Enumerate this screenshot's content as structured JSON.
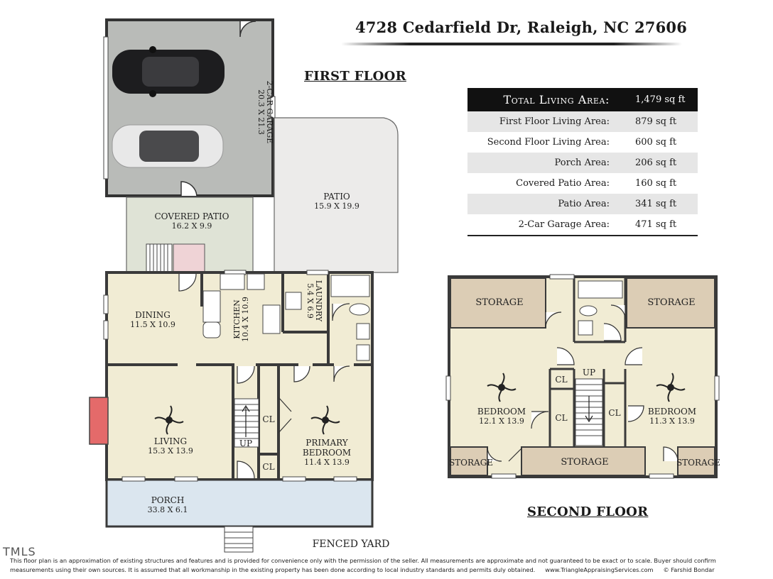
{
  "address": "4728 Cedarfield Dr, Raleigh, NC 27606",
  "first_floor": {
    "title": "FIRST FLOOR",
    "rooms": {
      "garage": {
        "name": "2-CAR GARAGE",
        "dim": "20.3 X 21.3"
      },
      "patio": {
        "name": "PATIO",
        "dim": "15.9 X 19.9"
      },
      "covered_patio": {
        "name": "COVERED PATIO",
        "dim": "16.2 X 9.9"
      },
      "dining": {
        "name": "DINING",
        "dim": "11.5 X 10.9"
      },
      "kitchen": {
        "name": "KITCHEN",
        "dim": "10.4 X 10.9"
      },
      "laundry": {
        "name": "LAUNDRY",
        "dim": "5.4 X 6.9"
      },
      "living": {
        "name": "LIVING",
        "dim": "15.3 X 13.9"
      },
      "primary_bedroom": {
        "name": "PRIMARY",
        "name2": "BEDROOM",
        "dim": "11.4 X 13.9"
      },
      "porch": {
        "name": "PORCH",
        "dim": "33.8 X 6.1"
      },
      "closet1": "CL",
      "closet2": "CL",
      "stairs": "UP",
      "fenced_yard": "FENCED YARD"
    }
  },
  "second_floor": {
    "title": "SECOND FLOOR",
    "rooms": {
      "storage_nw": "STORAGE",
      "storage_ne": "STORAGE",
      "bedroom_left": {
        "name": "BEDROOM",
        "dim": "12.1 X 13.9"
      },
      "bedroom_right": {
        "name": "BEDROOM",
        "dim": "11.3 X 13.9"
      },
      "storage_sw": "STORAGE",
      "storage_mid": "STORAGE",
      "storage_se": "STORAGE",
      "closet_a": "CL",
      "closet_b": "CL",
      "closet_c": "CL",
      "stairs": "UP"
    }
  },
  "area_table": {
    "total_label": "Total Living Area:",
    "total_value": "1,479 sq ft",
    "rows": [
      {
        "label": "First Floor Living Area:",
        "value": "879 sq ft"
      },
      {
        "label": "Second Floor Living Area:",
        "value": "600 sq ft"
      },
      {
        "label": "Porch Area:",
        "value": "206 sq ft"
      },
      {
        "label": "Covered Patio Area:",
        "value": "160 sq ft"
      },
      {
        "label": "Patio Area:",
        "value": "341 sq ft"
      },
      {
        "label": "2-Car Garage Area:",
        "value": "471 sq ft"
      }
    ]
  },
  "footer": {
    "mls": "TMLS",
    "disclaimer_line1": "This floor plan is an approximation of existing structures and features and is provided for convenience only with the permission of the seller.  All measurements are approximate and not guaranteed to be exact or to scale.  Buyer should confirm",
    "disclaimer_line2": "measurements using their own sources.  It is assumed that all workmanship in the existing property has been done according to local industry standards and permits duly obtained.",
    "website": "www.TriangleAppraisingServices.com",
    "copyright": "© Farshid Bondar"
  },
  "colors": {
    "garage": "#b9bbb8",
    "patio": "#ecebea",
    "covered_patio": "#dfe3d6",
    "interior": "#f1ecd4",
    "porch": "#dbe6ef",
    "storage": "#dccdb5",
    "wall": "#3a3a3a",
    "fireplace": "#e46a6a"
  }
}
